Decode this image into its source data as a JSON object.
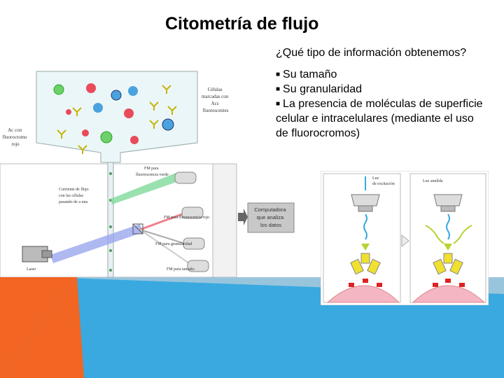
{
  "slide": {
    "title": "Citometría de flujo",
    "question": "¿Qué tipo de información obtenemos?",
    "bullets": [
      "Su tamaño",
      "Su granularidad",
      "La presencia de moléculas de superficie celular e intracelulares (mediante el uso de fluorocromos)"
    ]
  },
  "figure1": {
    "cells_label": [
      "Células",
      "marcadas con",
      "Acs",
      "fluorescentes"
    ],
    "ab_label": [
      "Ac con",
      "fluorocromo",
      "rojo"
    ],
    "fm_green": [
      "FM para",
      "fluorescencia verde"
    ],
    "flow_label": [
      "Corriente de flujo",
      "con las células",
      "pasando de a una"
    ],
    "fm_red": "FM para fluorescencia rojo",
    "fm_gran": "FM para granularidad",
    "fm_size": "FM para tamaño",
    "laser": "Laser",
    "computer": [
      "Computadora",
      "que analiza",
      "los datos"
    ]
  },
  "figure2": {
    "left_label": [
      "Luz",
      "de excitación"
    ],
    "right_label": "Luz anulida"
  },
  "colors": {
    "orange": "#f26522",
    "blue": "#3aa9e0",
    "pink": "#f4b6c2",
    "green_beam": "#7fd99a",
    "blue_beam": "#9aa6ee"
  }
}
